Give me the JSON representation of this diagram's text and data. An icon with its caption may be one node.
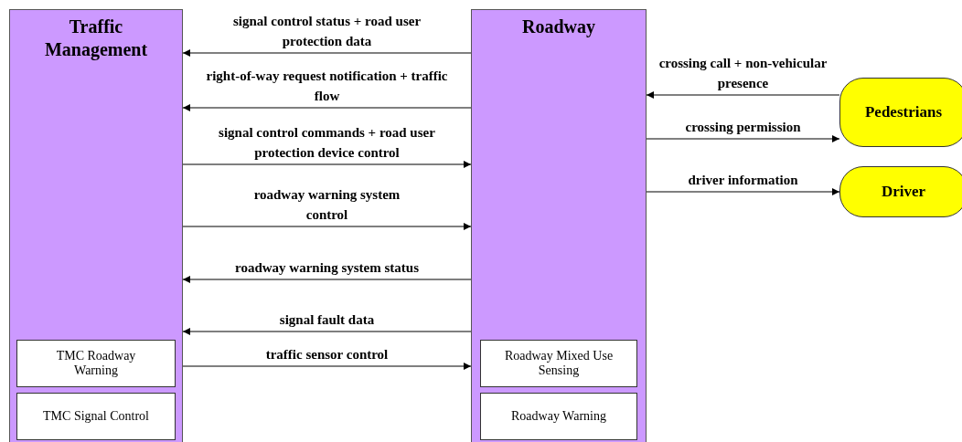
{
  "diagram": {
    "nodes": [
      {
        "text": [
          "Traffic Management"
        ]
      },
      {
        "text": [
          "TMC Roadway Warning"
        ],
        "in": 0
      },
      {
        "text": [
          "TMC Signal Control"
        ],
        "in": 0
      },
      {
        "text": [
          "Roadway"
        ]
      },
      {
        "text": [
          "Roadway Mixed Use Sensing"
        ],
        "in": 3
      },
      {
        "text": [
          "Roadway Warning"
        ],
        "in": 3
      },
      {
        "text": [
          "Pedestrians"
        ]
      },
      {
        "text": [
          "Driver"
        ]
      }
    ],
    "edges": [
      {
        "from": 3,
        "to": 0,
        "arrow": "to",
        "label": "signal control status + road user protection data"
      },
      {
        "from": 3,
        "to": 0,
        "arrow": "to",
        "label": "right-of-way request notification + traffic flow"
      },
      {
        "from": 0,
        "to": 3,
        "arrow": "to",
        "label": "signal control commands + road user protection device control"
      },
      {
        "from": 0,
        "to": 3,
        "arrow": "to",
        "label": "roadway warning system control"
      },
      {
        "from": 3,
        "to": 0,
        "arrow": "to",
        "label": "roadway warning system status"
      },
      {
        "from": 3,
        "to": 0,
        "arrow": "to",
        "label": "signal fault data"
      },
      {
        "from": 0,
        "to": 3,
        "arrow": "to",
        "label": "traffic sensor control"
      },
      {
        "from": 6,
        "to": 3,
        "arrow": "to",
        "label": "crossing call + non-vehicular presence"
      },
      {
        "from": 3,
        "to": 6,
        "arrow": "to",
        "label": "crossing permission"
      },
      {
        "from": 3,
        "to": 7,
        "arrow": "to",
        "label": "driver information"
      }
    ]
  }
}
